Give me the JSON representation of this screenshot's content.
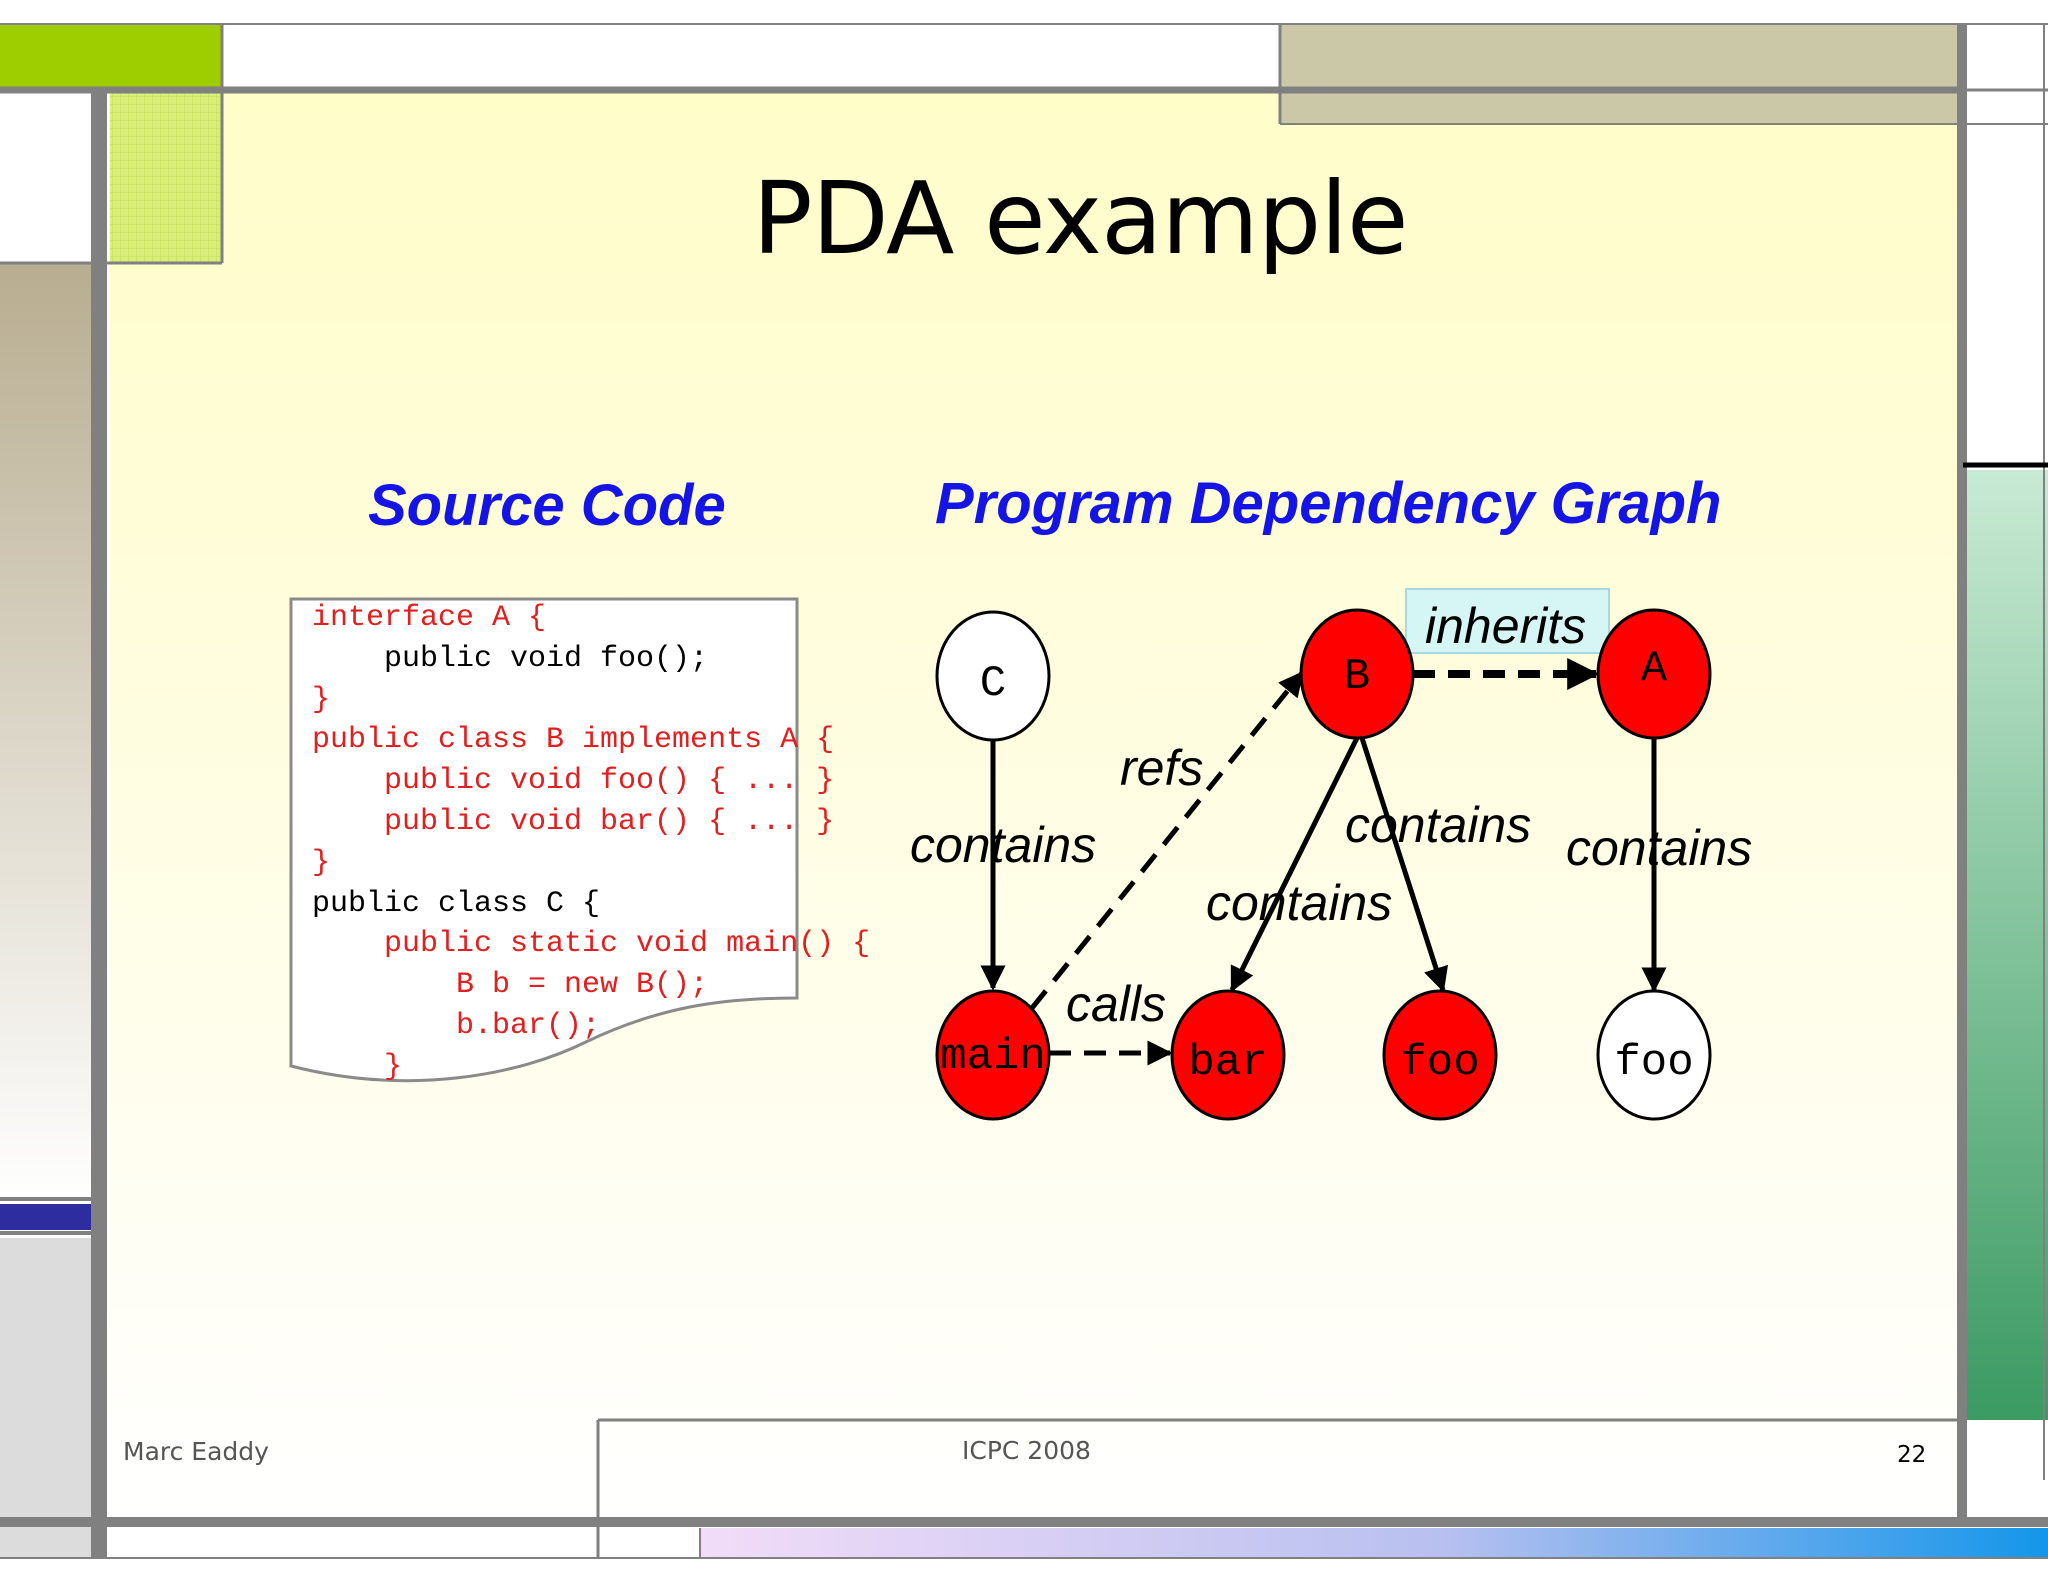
{
  "title": "PDA example",
  "headings": {
    "source": "Source Code",
    "pdg": "Program  Dependency Graph"
  },
  "code_lines": [
    {
      "text": "interface A {",
      "color": "#e02020"
    },
    {
      "text": "    public void foo();",
      "color": "#000000"
    },
    {
      "text": "}",
      "color": "#e02020"
    },
    {
      "text": "public class B implements A {",
      "color": "#e02020"
    },
    {
      "text": "    public void foo() { ... }",
      "color": "#e02020"
    },
    {
      "text": "    public void bar() { ... }",
      "color": "#e02020"
    },
    {
      "text": "}",
      "color": "#e02020"
    },
    {
      "text": "public class C {",
      "color": "#000000"
    },
    {
      "text": "    public static void main() {",
      "color": "#e02020"
    },
    {
      "text": "        B b = new B();",
      "color": "#e02020"
    },
    {
      "text": "        b.bar();",
      "color": "#e02020"
    },
    {
      "text": "    }",
      "color": "#e02020"
    }
  ],
  "graph": {
    "nodes": [
      {
        "id": "C",
        "label": "C",
        "fill": "#ffffff"
      },
      {
        "id": "B",
        "label": "B",
        "fill": "#ff0000"
      },
      {
        "id": "A",
        "label": "A",
        "fill": "#ff0000"
      },
      {
        "id": "main",
        "label": "main",
        "fill": "#ff0000"
      },
      {
        "id": "bar",
        "label": "bar",
        "fill": "#ff0000"
      },
      {
        "id": "fooB",
        "label": "foo",
        "fill": "#ff0000"
      },
      {
        "id": "fooA",
        "label": "foo",
        "fill": "#ffffff"
      }
    ],
    "edges": [
      {
        "from": "C",
        "to": "main",
        "label": "contains",
        "style": "solid"
      },
      {
        "from": "main",
        "to": "B",
        "label": "refs",
        "style": "dashed"
      },
      {
        "from": "main",
        "to": "bar",
        "label": "calls",
        "style": "dashed"
      },
      {
        "from": "B",
        "to": "A",
        "label": "inherits",
        "style": "dashed"
      },
      {
        "from": "B",
        "to": "bar",
        "label": "contains",
        "style": "solid"
      },
      {
        "from": "B",
        "to": "fooB",
        "label": "contains",
        "style": "solid"
      },
      {
        "from": "A",
        "to": "fooA",
        "label": "contains",
        "style": "solid"
      }
    ]
  },
  "footer": {
    "author": "Marc Eaddy",
    "conference": "ICPC 2008",
    "page": "22"
  }
}
